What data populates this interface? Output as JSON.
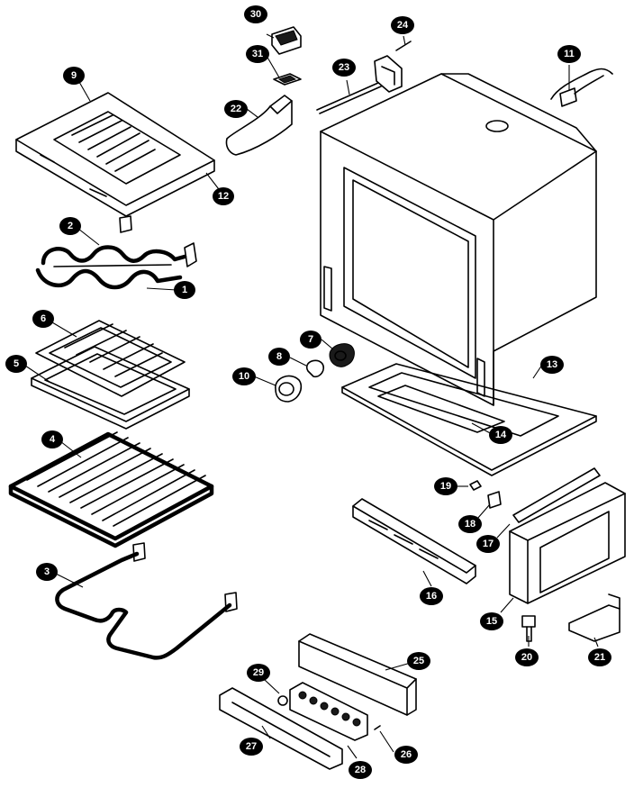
{
  "diagram": {
    "callouts": {
      "c1": "1",
      "c2": "2",
      "c3": "3",
      "c4": "4",
      "c5": "5",
      "c6": "6",
      "c7": "7",
      "c8": "8",
      "c9": "9",
      "c10": "10",
      "c11": "11",
      "c12": "12",
      "c13": "13",
      "c14": "14",
      "c15": "15",
      "c16": "16",
      "c17": "17",
      "c18": "18",
      "c19": "19",
      "c20": "20",
      "c21": "21",
      "c22": "22",
      "c23": "23",
      "c24": "24",
      "c25": "25",
      "c26": "26",
      "c27": "27",
      "c28": "28",
      "c29": "29",
      "c30": "30",
      "c31": "31"
    }
  }
}
